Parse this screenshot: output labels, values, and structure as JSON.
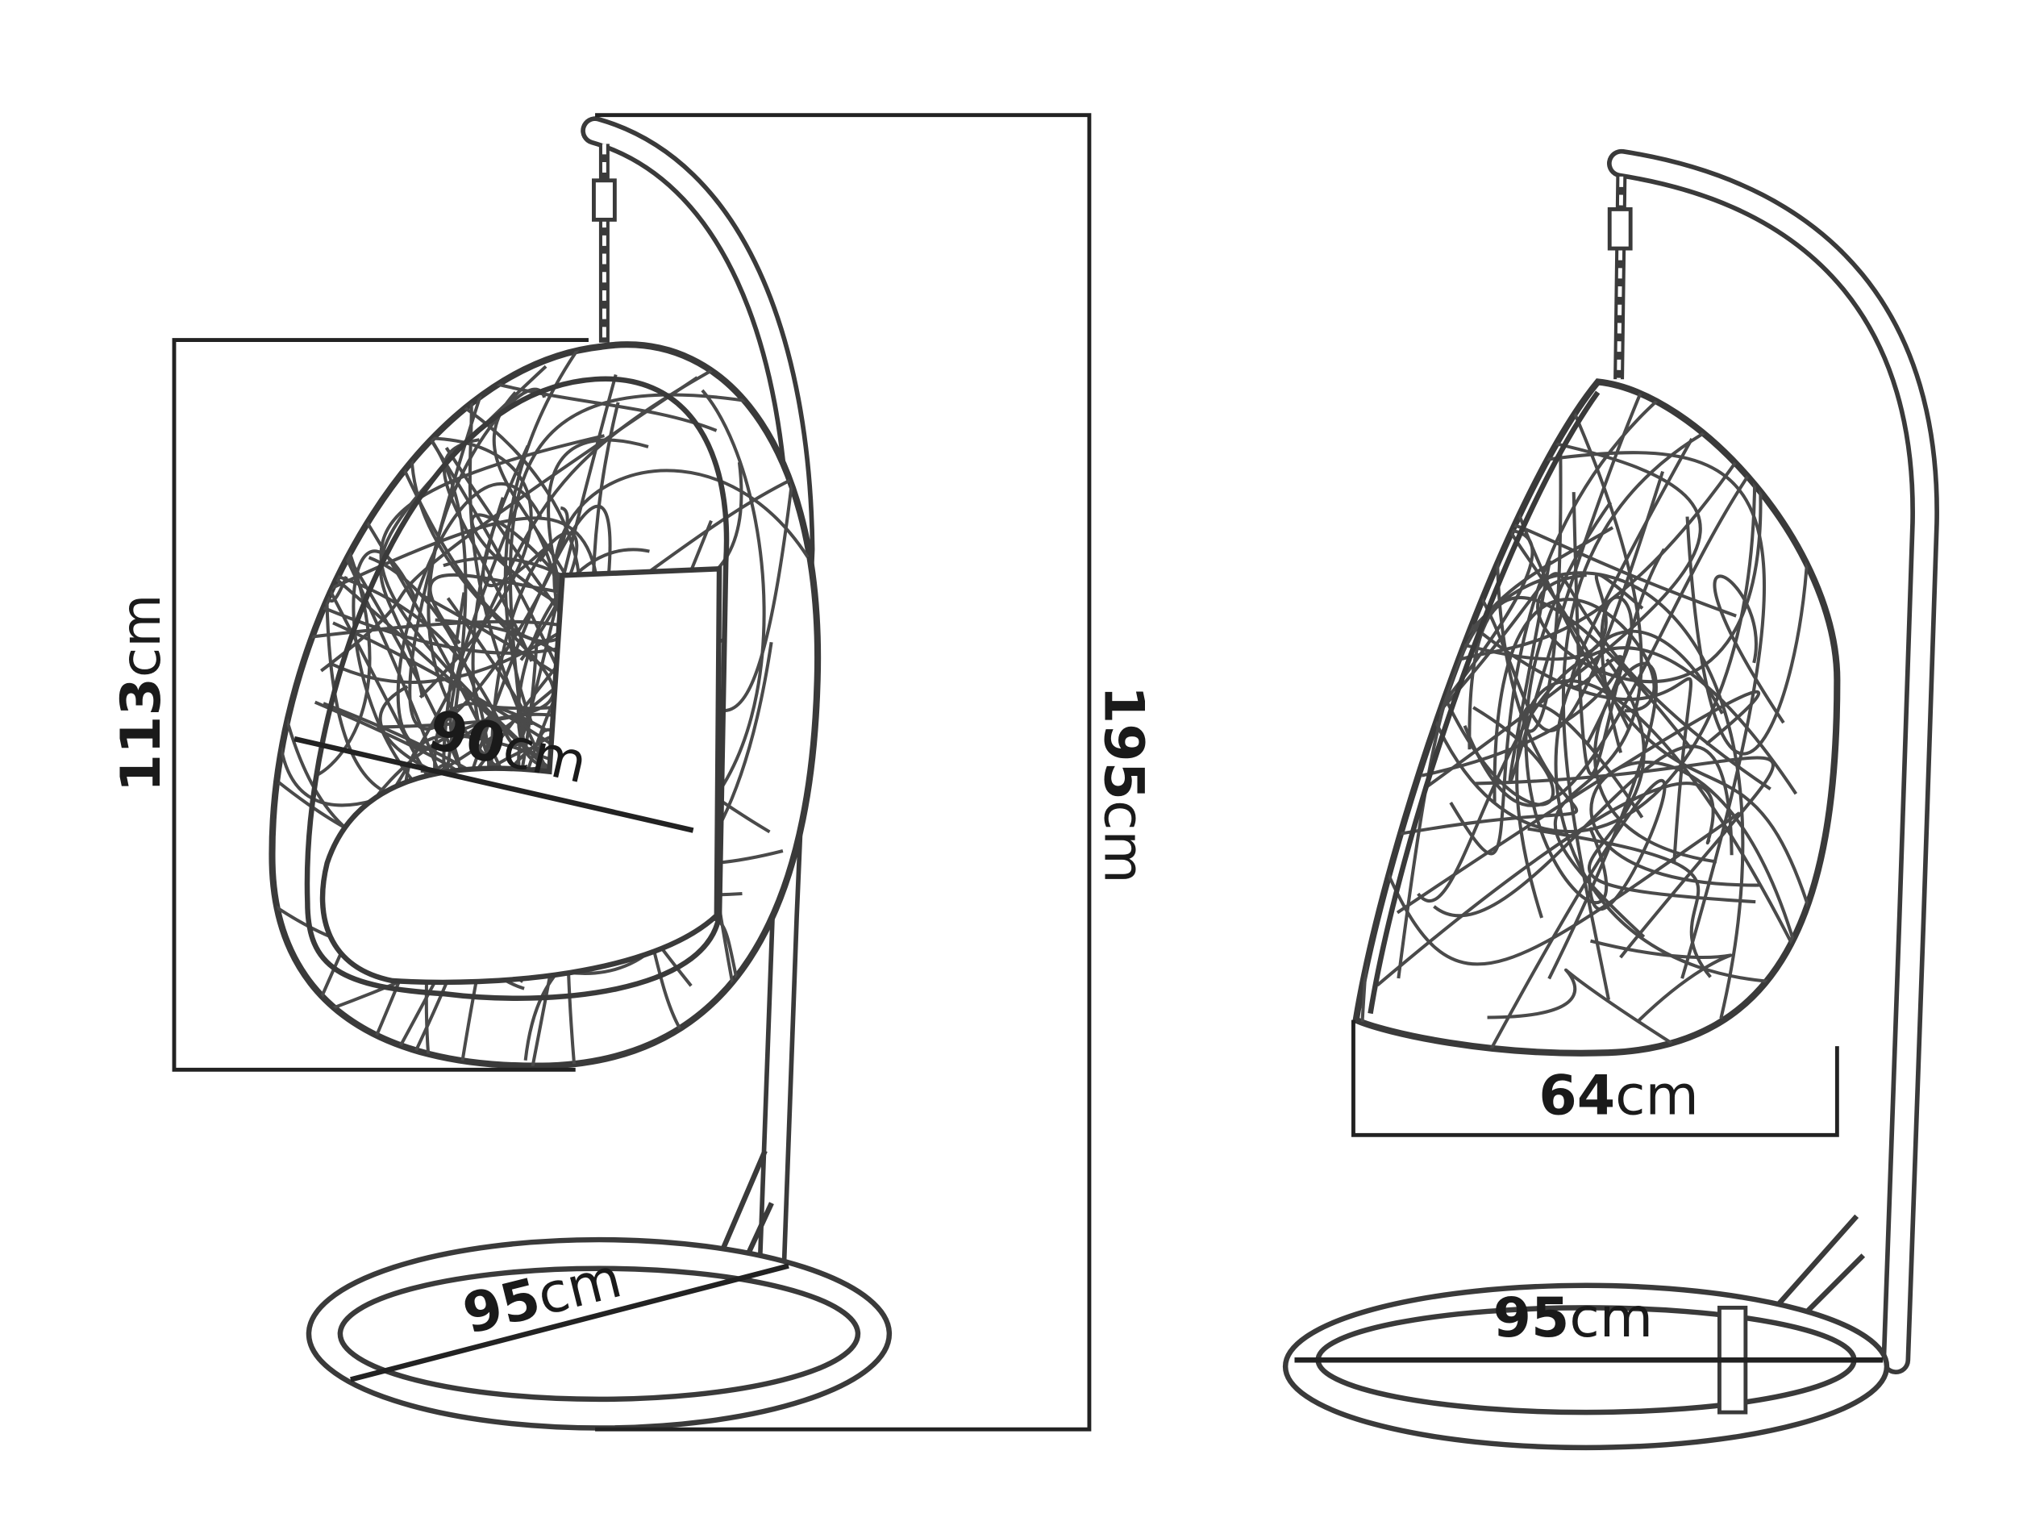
{
  "colors": {
    "line": "#3a3a3a",
    "dimension": "#222222",
    "background": "#ffffff"
  },
  "front_view": {
    "height_egg": {
      "value": "113",
      "unit": "cm"
    },
    "width_egg": {
      "value": "90",
      "unit": "cm"
    },
    "height_total": {
      "value": "195",
      "unit": "cm"
    },
    "base_diameter": {
      "value": "95",
      "unit": "cm"
    }
  },
  "side_view": {
    "depth_egg": {
      "value": "64",
      "unit": "cm"
    },
    "base_diameter": {
      "value": "95",
      "unit": "cm"
    }
  }
}
